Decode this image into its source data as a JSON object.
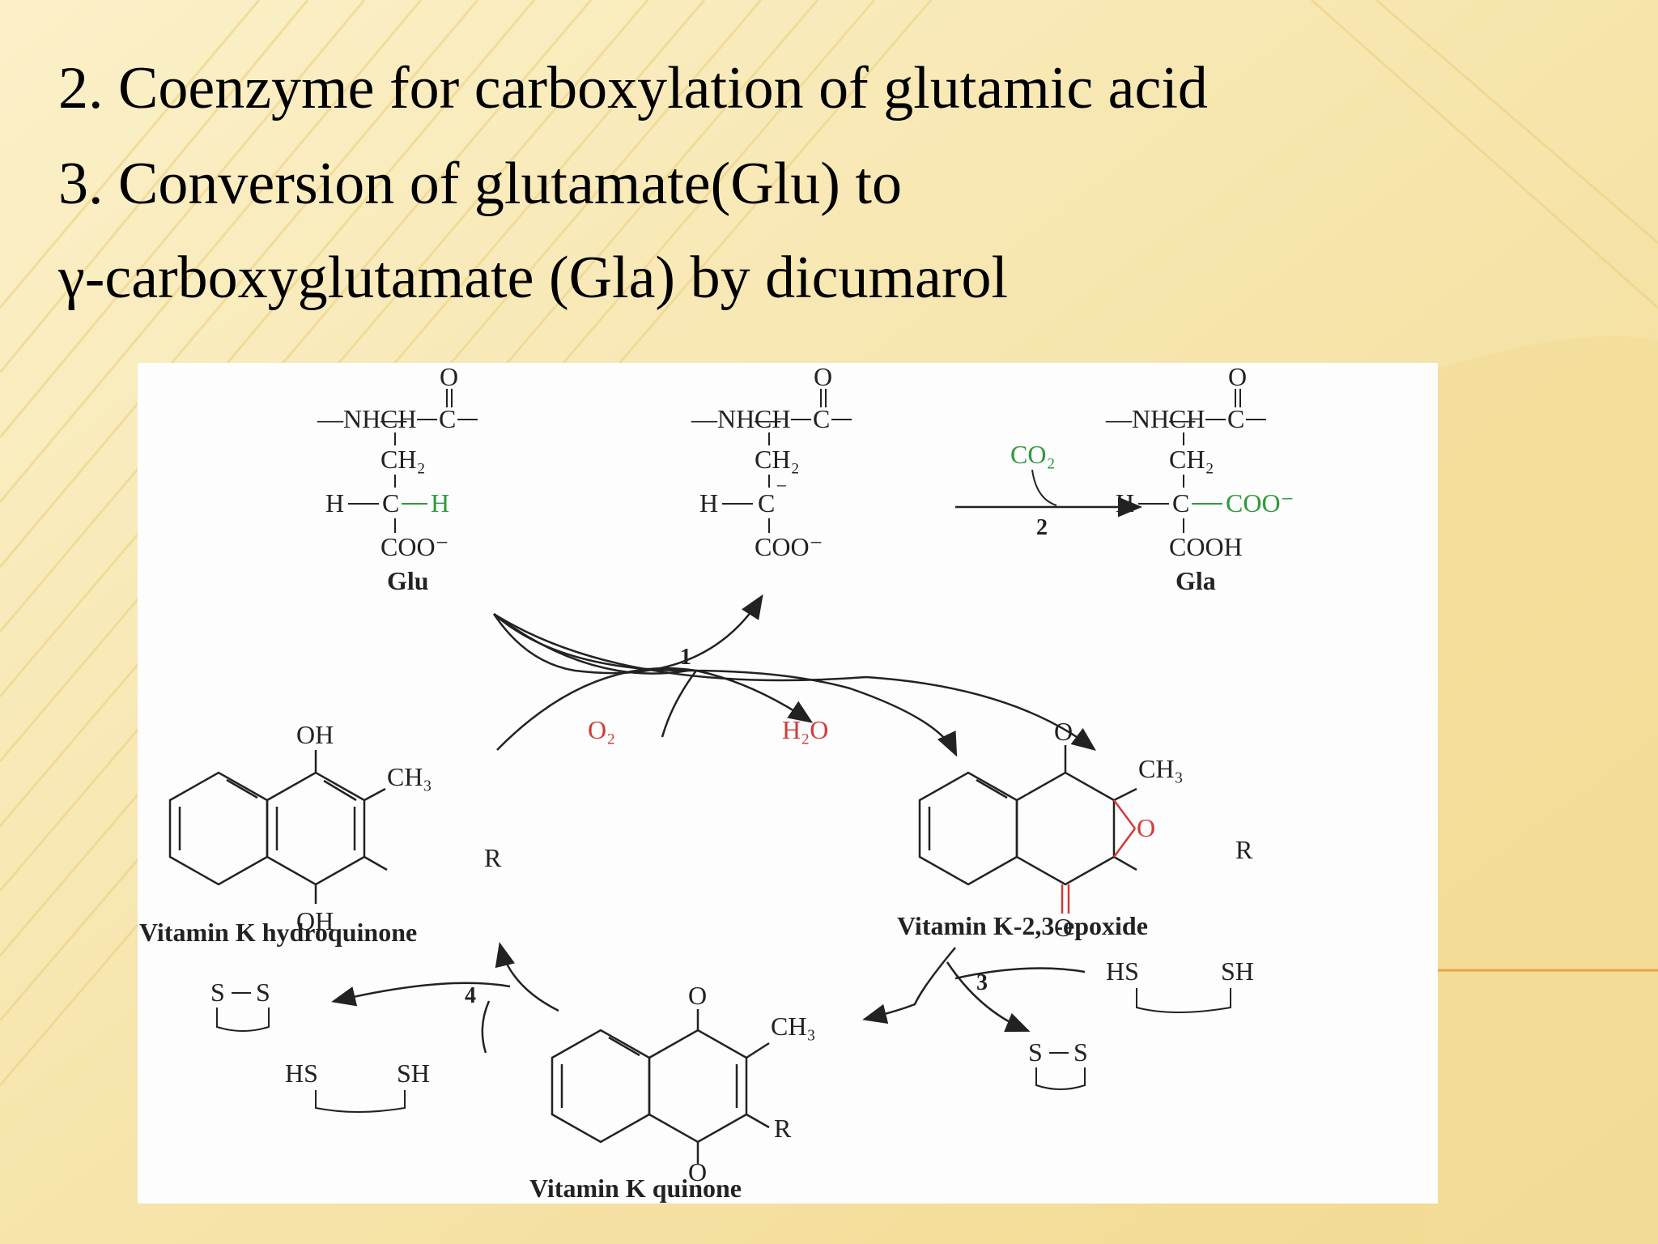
{
  "slide": {
    "line1": "2. Coenzyme for carboxylation of glutamic acid",
    "line2": "3. Conversion of glutamate(Glu) to",
    "line3": "γ-carboxyglutamate (Gla) by dicumarol",
    "colors": {
      "background": "#f8ebbe",
      "accent_line": "#e8a24a",
      "green": "#2f9a3c",
      "red": "#d43a3a"
    }
  },
  "figure": {
    "peptide": {
      "nh": "—NH—",
      "ch": "CH",
      "c": "C",
      "o": "O",
      "ch2": "CH₂",
      "h": "H",
      "coo": "COO⁻",
      "cooh": "COOH"
    },
    "labels": {
      "glu": "Glu",
      "gla": "Gla",
      "co2": "CO₂",
      "o2": "O₂",
      "h2o": "H₂O",
      "hydroquinone": "Vitamin  K hydroquinone",
      "epoxide": "Vitamin K-2,3-epoxide",
      "quinone": "Vitamin K quinone",
      "oh": "OH",
      "o": "O",
      "ch3": "CH₃",
      "r": "R",
      "hs": "HS",
      "sh": "SH",
      "s": "S"
    },
    "steps": {
      "s1": "1",
      "s2": "2",
      "s3": "3",
      "s4": "4"
    }
  }
}
